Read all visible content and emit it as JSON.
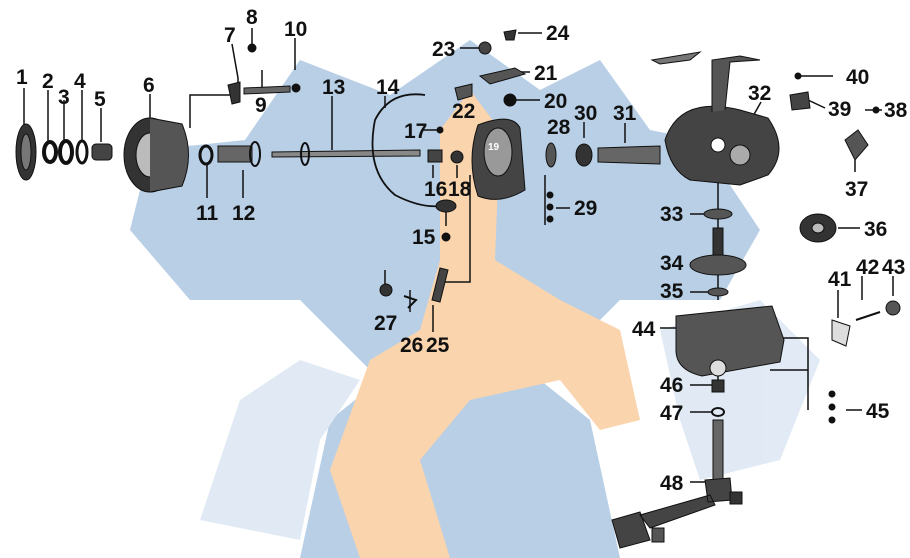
{
  "diagram": {
    "watermark_colors": {
      "blue": "#7fa8d2",
      "orange": "#f6b26b",
      "lightblue": "#c9d9ec"
    },
    "callouts": [
      {
        "id": "p1",
        "text": "1"
      },
      {
        "id": "p2",
        "text": "2"
      },
      {
        "id": "p3",
        "text": "3"
      },
      {
        "id": "p4",
        "text": "4"
      },
      {
        "id": "p5",
        "text": "5"
      },
      {
        "id": "p6",
        "text": "6"
      },
      {
        "id": "p7",
        "text": "7"
      },
      {
        "id": "p8",
        "text": "8"
      },
      {
        "id": "p9",
        "text": "9"
      },
      {
        "id": "p10",
        "text": "10"
      },
      {
        "id": "p11",
        "text": "11"
      },
      {
        "id": "p12",
        "text": "12"
      },
      {
        "id": "p13",
        "text": "13"
      },
      {
        "id": "p14",
        "text": "14"
      },
      {
        "id": "p15",
        "text": "15"
      },
      {
        "id": "p16",
        "text": "16"
      },
      {
        "id": "p17",
        "text": "17"
      },
      {
        "id": "p18",
        "text": "18"
      },
      {
        "id": "p19",
        "text": "19"
      },
      {
        "id": "p20",
        "text": "20"
      },
      {
        "id": "p21",
        "text": "21"
      },
      {
        "id": "p22",
        "text": "22"
      },
      {
        "id": "p23",
        "text": "23"
      },
      {
        "id": "p24",
        "text": "24"
      },
      {
        "id": "p25",
        "text": "25"
      },
      {
        "id": "p26",
        "text": "26"
      },
      {
        "id": "p27",
        "text": "27"
      },
      {
        "id": "p28",
        "text": "28"
      },
      {
        "id": "p29",
        "text": "29"
      },
      {
        "id": "p30",
        "text": "30"
      },
      {
        "id": "p31",
        "text": "31"
      },
      {
        "id": "p32",
        "text": "32"
      },
      {
        "id": "p33",
        "text": "33"
      },
      {
        "id": "p34",
        "text": "34"
      },
      {
        "id": "p35",
        "text": "35"
      },
      {
        "id": "p36",
        "text": "36"
      },
      {
        "id": "p37",
        "text": "37"
      },
      {
        "id": "p38",
        "text": "38"
      },
      {
        "id": "p39",
        "text": "39"
      },
      {
        "id": "p40",
        "text": "40"
      },
      {
        "id": "p41",
        "text": "41"
      },
      {
        "id": "p42",
        "text": "42"
      },
      {
        "id": "p43",
        "text": "43"
      },
      {
        "id": "p44",
        "text": "44"
      },
      {
        "id": "p45",
        "text": "45"
      },
      {
        "id": "p46",
        "text": "46"
      },
      {
        "id": "p47",
        "text": "47"
      },
      {
        "id": "p48",
        "text": "48"
      }
    ]
  }
}
